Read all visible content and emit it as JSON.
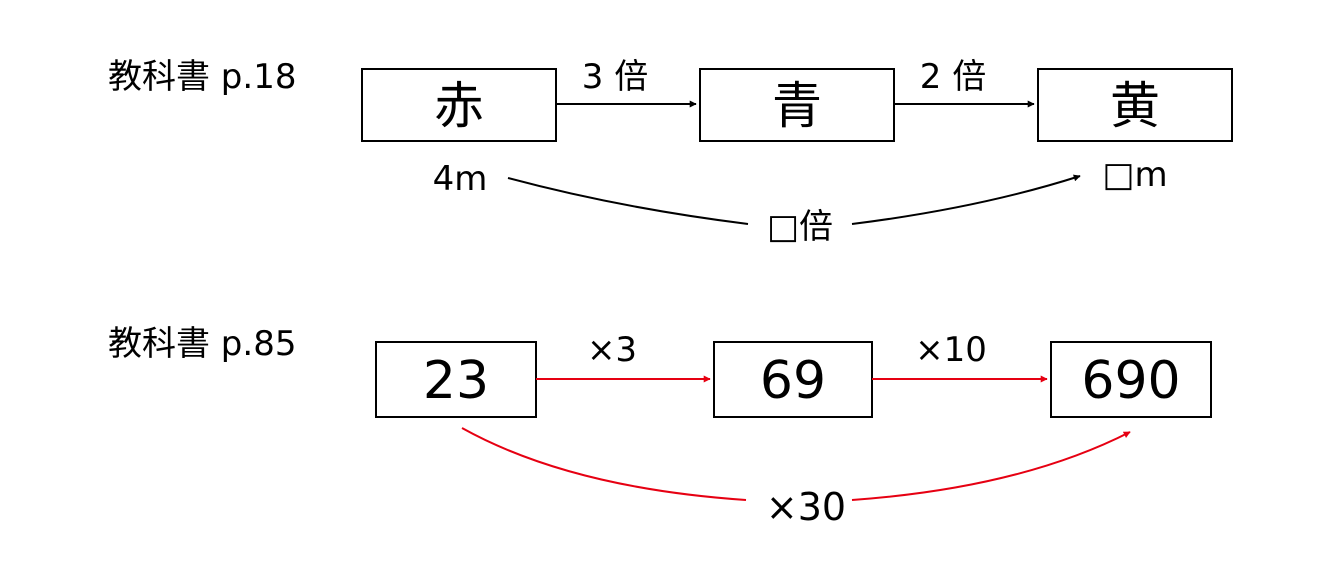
{
  "colors": {
    "ink": "#000000",
    "accent": "#e60012",
    "background": "#ffffff"
  },
  "diagram1": {
    "reference": "教科書 p.18",
    "boxes": [
      "赤",
      "青",
      "黄"
    ],
    "step_labels": [
      "3 倍",
      "2 倍"
    ],
    "start_value": "4m",
    "end_value": "□m",
    "total_label": "□倍"
  },
  "diagram2": {
    "reference": "教科書 p.85",
    "boxes": [
      "23",
      "69",
      "690"
    ],
    "step_labels": [
      "×3",
      "×10"
    ],
    "total_label": "×30"
  }
}
